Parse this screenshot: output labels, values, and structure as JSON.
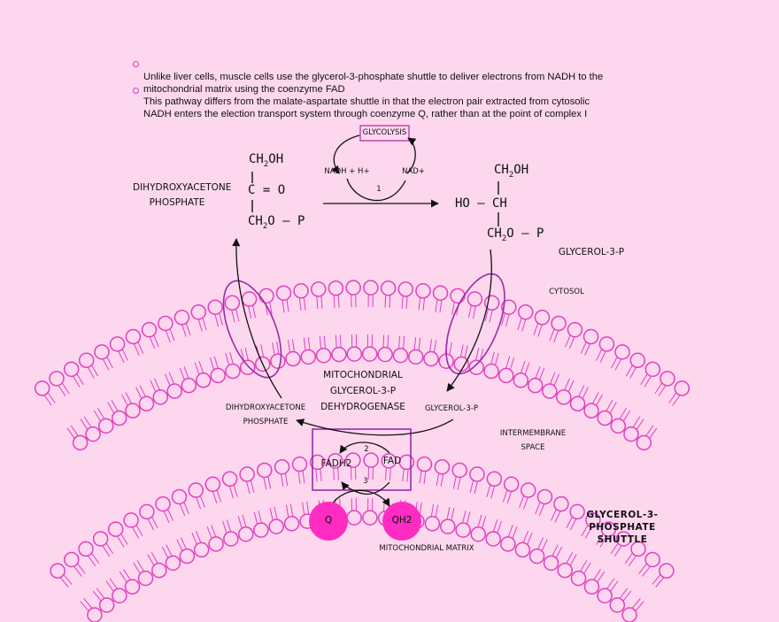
{
  "notes": [
    "Unlike liver cells, muscle cells use the glycerol-3-phosphate shuttle to deliver electrons from NADH to the",
    "mitochondrial matrix using the coenzyme FAD",
    "This pathway differs from the malate-aspartate shuttle in that the electron pair extracted from cytosolic",
    "NADH enters the election transport system through coenzyme Q, rather than at the point of complex I"
  ],
  "labels": {
    "dhap_top_1": "DIHYDROXYACETONE",
    "dhap_top_2": "PHOSPHATE",
    "glycolysis": "GLYCOLYSIS",
    "nadh": "NADH + H+",
    "nad": "NAD+",
    "step1": "1",
    "step2": "2",
    "step3": "3",
    "g3p_top": "GLYCEROL-3-P",
    "cytosol": "CYTOSOL",
    "enzyme_1": "MITOCHONDRIAL",
    "enzyme_2": "GLYCEROL-3-P",
    "enzyme_3": "DEHYDROGENASE",
    "dhap_low_1": "DIHYDROXYACETONE",
    "dhap_low_2": "PHOSPHATE",
    "g3p_low": "GLYCEROL-3-P",
    "intermembrane_1": "INTERMEMBRANE",
    "intermembrane_2": "SPACE",
    "fadh2": "FADH2",
    "fad": "FAD",
    "q": "Q",
    "qh2": "QH2",
    "matrix": "MITOCHONDRIAL MATRIX",
    "title_1": "GLYCEROL-3-",
    "title_2": "PHOSPHATE SHUTTLE"
  },
  "dhap_formula": {
    "top": "CH2OH",
    "mid": "C = O",
    "bottom": "CH2O — P"
  },
  "g3p_formula": {
    "top": "CH2OH",
    "mid_left": "HO —",
    "mid": "CH",
    "bottom": "CH2O — P"
  },
  "colors": {
    "background": "#fdd7ee",
    "membrane": "#e040c0",
    "channel": "#9a2aa8",
    "box": "#9a2aa8",
    "quinone": "#ff2cc4"
  }
}
